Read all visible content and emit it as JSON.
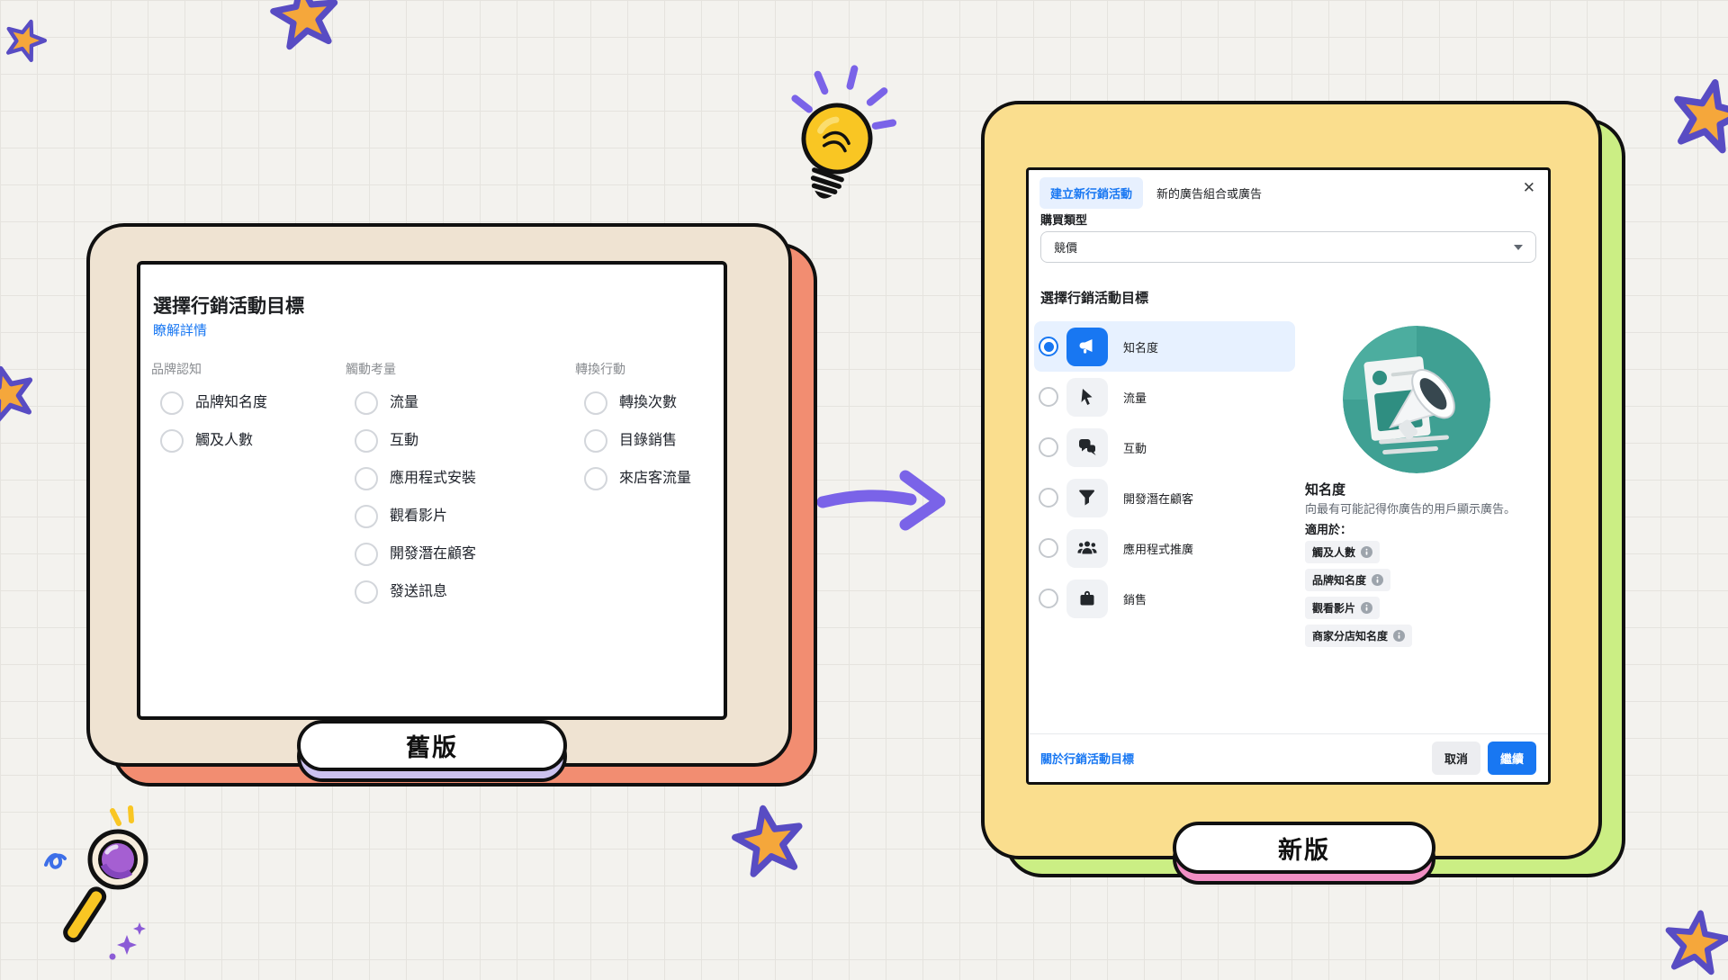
{
  "page": {
    "old_version_label": "舊版",
    "new_version_label": "新版",
    "decorations": [
      "star-icon",
      "lightbulb-icon",
      "magnifier-icon",
      "arrow-right-icon"
    ],
    "colors": {
      "background": "#f3f2ee",
      "old_frame": "#EFE3D2",
      "old_frame_shadow": "#F28D71",
      "old_label_shadow": "#CCC2EF",
      "new_frame": "#FADE8E",
      "new_frame_shadow": "#CBEE84",
      "new_label_shadow": "#F18FC4",
      "facebook_blue": "#1877F2",
      "selected_row": "#E7F1FF",
      "star_fill": "#F5A73B",
      "accent_purple": "#7A63E8"
    }
  },
  "old_panel": {
    "title": "選擇行銷活動目標",
    "learn_more": "瞭解詳情",
    "columns": [
      {
        "header": "品牌認知",
        "options": [
          "品牌知名度",
          "觸及人數"
        ]
      },
      {
        "header": "觸動考量",
        "options": [
          "流量",
          "互動",
          "應用程式安裝",
          "觀看影片",
          "開發潛在顧客",
          "發送訊息"
        ]
      },
      {
        "header": "轉換行動",
        "options": [
          "轉換次數",
          "目錄銷售",
          "來店客流量"
        ]
      }
    ]
  },
  "new_panel": {
    "tab_active": "建立新行銷活動",
    "tab_inactive": "新的廣告組合或廣告",
    "close_glyph": "✕",
    "buying_type_label": "購買類型",
    "buying_type_value": "競價",
    "objective_heading": "選擇行銷活動目標",
    "objectives": [
      {
        "label": "知名度",
        "icon": "megaphone-icon",
        "selected": true
      },
      {
        "label": "流量",
        "icon": "cursor-icon",
        "selected": false
      },
      {
        "label": "互動",
        "icon": "chat-icon",
        "selected": false
      },
      {
        "label": "開發潛在顧客",
        "icon": "funnel-icon",
        "selected": false
      },
      {
        "label": "應用程式推廣",
        "icon": "people-icon",
        "selected": false
      },
      {
        "label": "銷售",
        "icon": "bag-icon",
        "selected": false
      }
    ],
    "detail": {
      "title": "知名度",
      "description": "向最有可能記得你廣告的用戶顯示廣告。",
      "applies_label": "適用於：",
      "tags": [
        "觸及人數",
        "品牌知名度",
        "觀看影片",
        "商家分店知名度"
      ]
    },
    "footer": {
      "about_link": "關於行銷活動目標",
      "cancel": "取消",
      "continue": "繼續"
    }
  }
}
